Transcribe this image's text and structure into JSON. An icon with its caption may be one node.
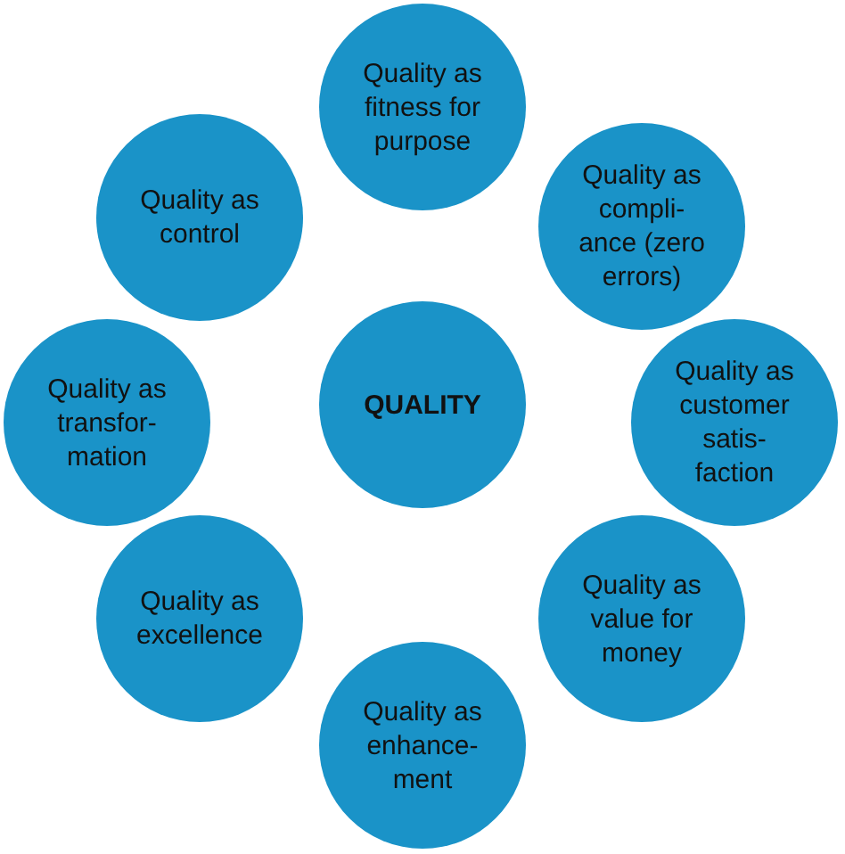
{
  "diagram": {
    "nodes": [
      {
        "text": [
          "Quality as fitness for purpose"
        ]
      },
      {
        "text": [
          "Quality as control"
        ]
      },
      {
        "text": [
          "Quality as compli- ance (zero errors)"
        ]
      },
      {
        "text": [
          "Quality as transfor- mation"
        ]
      },
      {
        "text": [
          "QUALITY"
        ]
      },
      {
        "text": [
          "Quality as customer satis- faction"
        ]
      },
      {
        "text": [
          "Quality as excellence"
        ]
      },
      {
        "text": [
          "Quality as value for money"
        ]
      },
      {
        "text": [
          "Quality as enhance- ment"
        ]
      }
    ]
  }
}
